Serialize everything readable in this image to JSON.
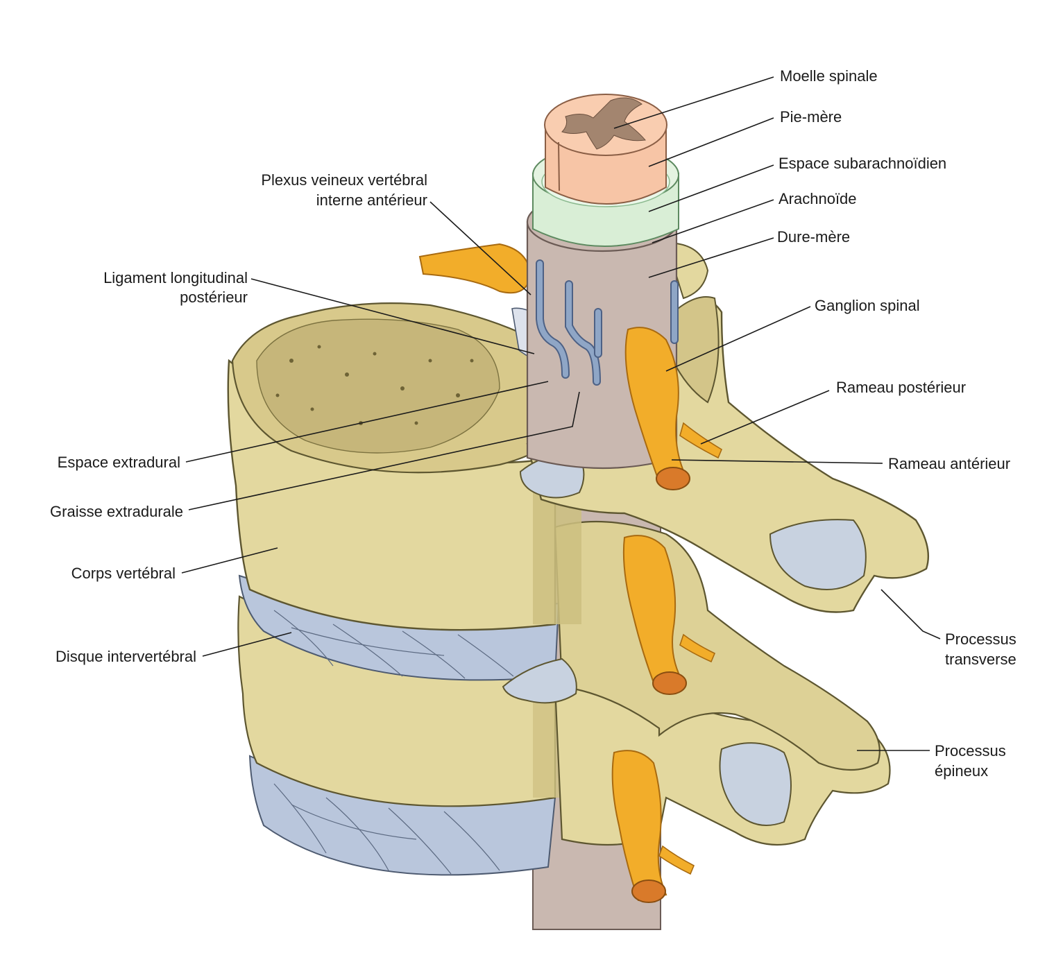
{
  "colors": {
    "bone": "#e3d89f",
    "bone_shadow": "#b9ac6c",
    "bone_outline": "#5d5630",
    "disc": "#b9c6dc",
    "dura": "#c9b8b0",
    "arachnoid": "#d9eed6",
    "cord": "#f7c5a6",
    "grey_matter": "#a3856f",
    "nerve": "#f2ad2a",
    "nerve_dark": "#d2861a",
    "vein": "#7f97b8"
  },
  "labels": {
    "moelle": "Moelle spinale",
    "pie_mere": "Pie-mère",
    "espace_sub": "Espace subarachnoïdien",
    "arachnoide": "Arachnoïde",
    "dure_mere": "Dure-mère",
    "ganglion": "Ganglion spinal",
    "rameau_post": "Rameau postérieur",
    "rameau_ant": "Rameau antérieur",
    "proc_transverse_1": "Processus",
    "proc_transverse_2": "transverse",
    "proc_epineux_1": "Processus",
    "proc_epineux_2": "épineux",
    "plexus_1": "Plexus veineux vertébral",
    "plexus_2": "interne antérieur",
    "ligament_1": "Ligament longitudinal",
    "ligament_2": "postérieur",
    "espace_extra": "Espace extradural",
    "graisse": "Graisse extradurale",
    "corps": "Corps vertébral",
    "disque": "Disque intervertébral"
  }
}
